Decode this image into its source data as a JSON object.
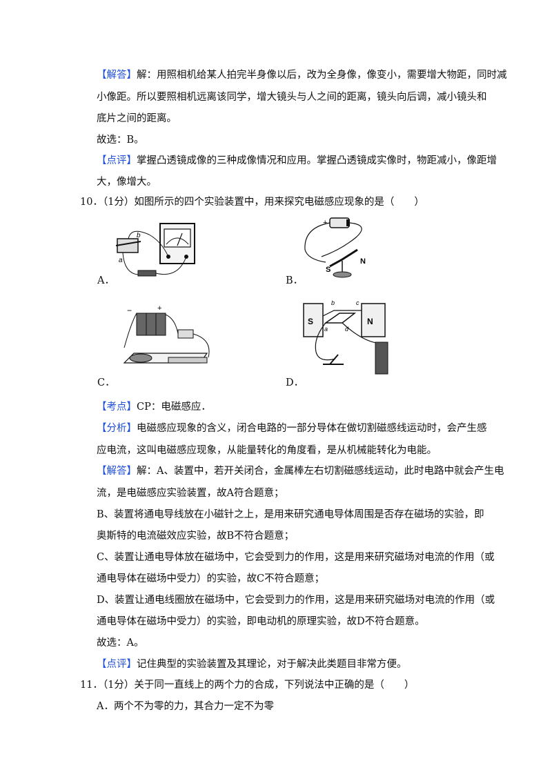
{
  "sec1": {
    "answer_tag": "【解答】",
    "answer_l1": "解：用照相机给某人拍完半身像以后，改为全身像，像变小，需要增大物距，同时减",
    "answer_l2": "小像距。所以要照相机远离该同学，增大镜头与人之间的距离，镜头向后调，减小镜头和",
    "answer_l3": "底片之间的距离。",
    "choice": "故选：B。",
    "review_tag": "【点评】",
    "review_l1": "掌握凸透镜成像的三种成像情况和应用。掌握凸透镜成实像时，物距减小，像距增",
    "review_l2": "大，像增大。"
  },
  "q10": {
    "stem": "10．（1分）如图所示的四个实验装置中，用来探究电磁感应现象的是（　　）",
    "labels": {
      "a": "A．",
      "b": "B．",
      "c": "C．",
      "d": "D．"
    },
    "fig_a": {
      "wire_a": "a",
      "wire_b": "b"
    },
    "fig_b": {
      "plus": "+",
      "north": "N",
      "south": "S"
    },
    "fig_c": {
      "minus": "−",
      "plus": "+"
    },
    "fig_d": {
      "south": "S",
      "north": "N",
      "b": "b",
      "c": "c",
      "a": "a",
      "d": "d"
    }
  },
  "sec2": {
    "point_tag": "【考点】",
    "point_text": "CP：电磁感应．",
    "analysis_tag": "【分析】",
    "analysis_l1": "电磁感应现象的含义，闭合电路的一部分导体在做切割磁感线运动时，会产生感",
    "analysis_l2": "应电流，这叫电磁感应现象，从能量转化的角度看，是从机械能转化为电能。",
    "answer_tag": "【解答】",
    "answer_l1": "解：A、装置中，若开关闭合，金属棒左右切割磁感线运动，此时电路中就会产生电",
    "answer_l2": "流，是电磁感应实验装置，故A符合题意；",
    "b_l1": "B、装置将通电导线放在小磁针之上，是用来研究通电导体周围是否存在磁场的实验，即",
    "b_l2": "奥斯特的电流磁效应实验，故B不符合题意；",
    "c_l1": "C、装置让通电导体放在磁场中，它会受到力的作用，这是用来研究磁场对电流的作用（或",
    "c_l2": "通电导体在磁场中受力）的实验，故C不符合题意；",
    "d_l1": "D、装置让通电线圈放在磁场中，它会受到力的作用，这是用来研究磁场对电流的作用（或",
    "d_l2": "通电导体在磁场中受力）的实验，即电动机的原理实验，故D不符合题意。",
    "choice": "故选：A。",
    "review_tag": "【点评】",
    "review_text": "记住典型的实验装置及其理论，对于解决此类题目非常方便。"
  },
  "q11": {
    "stem": "11．（1分）关于同一直线上的两个力的合成，下列说法中正确的是（　　）",
    "opt_a": "A．两个不为零的力，其合力一定不为零"
  },
  "colors": {
    "tag": "#1f4fd8",
    "text": "#111111"
  }
}
